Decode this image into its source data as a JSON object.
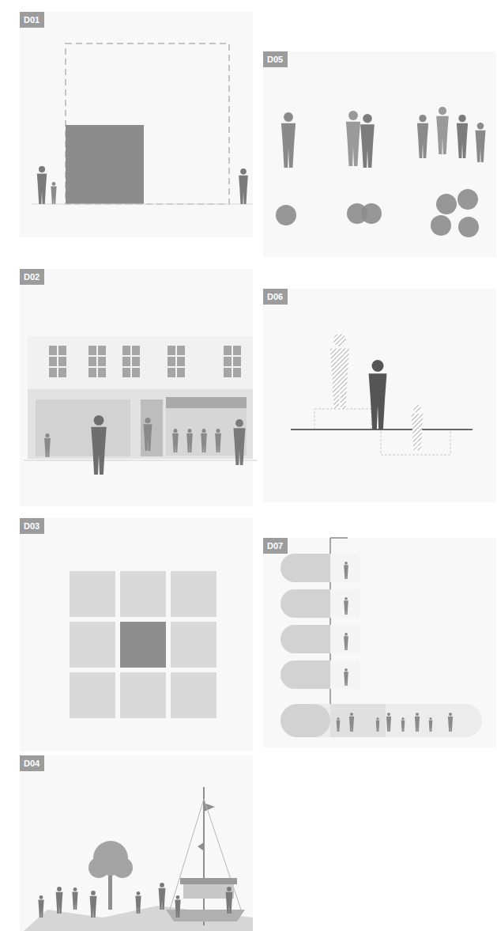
{
  "diagram": {
    "nodes": [
      {
        "text": [
          "D01"
        ]
      },
      {
        "text": [
          "D05"
        ]
      },
      {
        "text": [
          "D02"
        ]
      },
      {
        "text": [
          "D06"
        ]
      },
      {
        "text": [
          "D03"
        ]
      },
      {
        "text": [
          "D07"
        ]
      },
      {
        "text": [
          "D04"
        ]
      }
    ],
    "edges": []
  }
}
